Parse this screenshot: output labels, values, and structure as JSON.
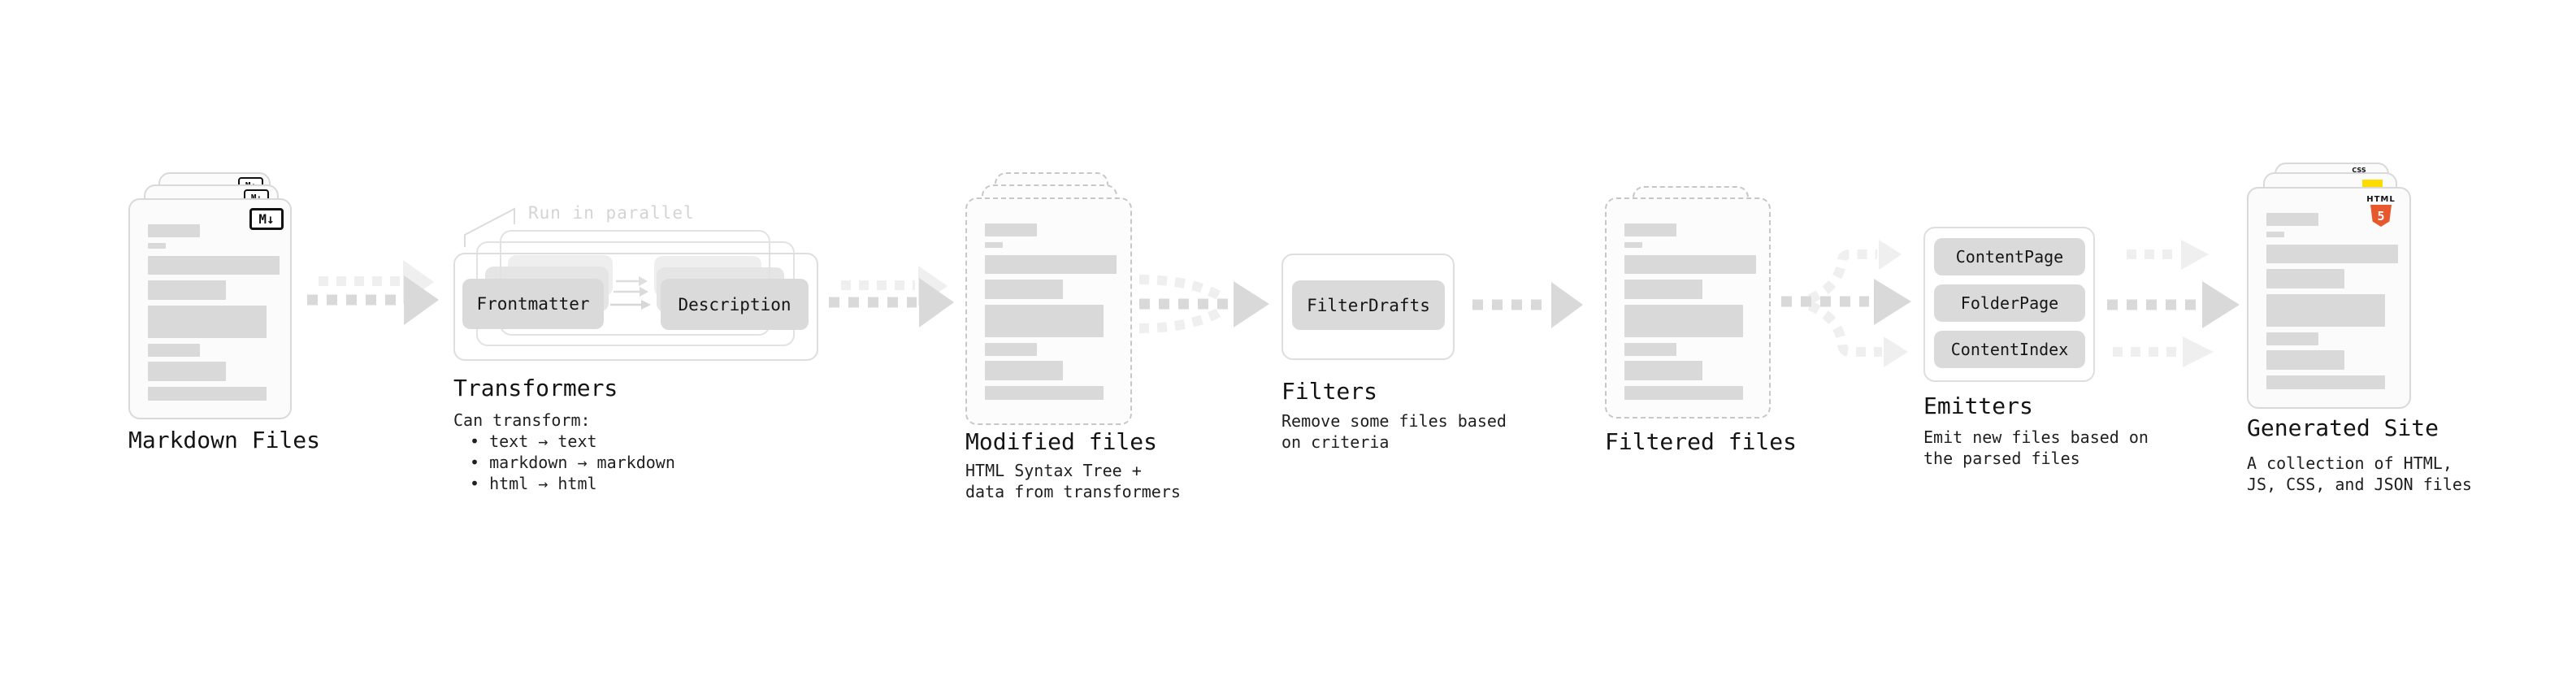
{
  "diagram": {
    "nodes": {
      "markdown": {
        "title": "Markdown Files",
        "icon": "M↓"
      },
      "transformers": {
        "title": "Transformers",
        "callout": "Run in parallel",
        "pill_left": "Frontmatter",
        "pill_right": "Description",
        "subtitle": "Can transform:",
        "bullets": [
          "• text → text",
          "• markdown → markdown",
          "• html → html"
        ]
      },
      "modified": {
        "title": "Modified files",
        "subtitle_lines": [
          "HTML Syntax Tree +",
          "data from transformers"
        ]
      },
      "filters": {
        "title": "Filters",
        "pill": "FilterDrafts",
        "subtitle_lines": [
          "Remove some files based",
          "on criteria"
        ]
      },
      "filtered": {
        "title": "Filtered files"
      },
      "emitters": {
        "title": "Emitters",
        "pills": [
          "ContentPage",
          "FolderPage",
          "ContentIndex"
        ],
        "subtitle_lines": [
          "Emit new files based on",
          "the parsed files"
        ]
      },
      "generated": {
        "title": "Generated Site",
        "subtitle_lines": [
          "A collection of HTML,",
          "JS, CSS, and JSON files"
        ],
        "icons": {
          "html_label": "HTML",
          "html_number": "5",
          "css_label": "CSS"
        }
      }
    },
    "colors": {
      "bar_gray": "#d9d9d9",
      "arrow_dark": "#d9d9d9",
      "arrow_light": "#efefef",
      "html5_orange": "#e8582d",
      "js_yellow": "#ffdc00",
      "css_blue": "#2b62e8"
    }
  }
}
